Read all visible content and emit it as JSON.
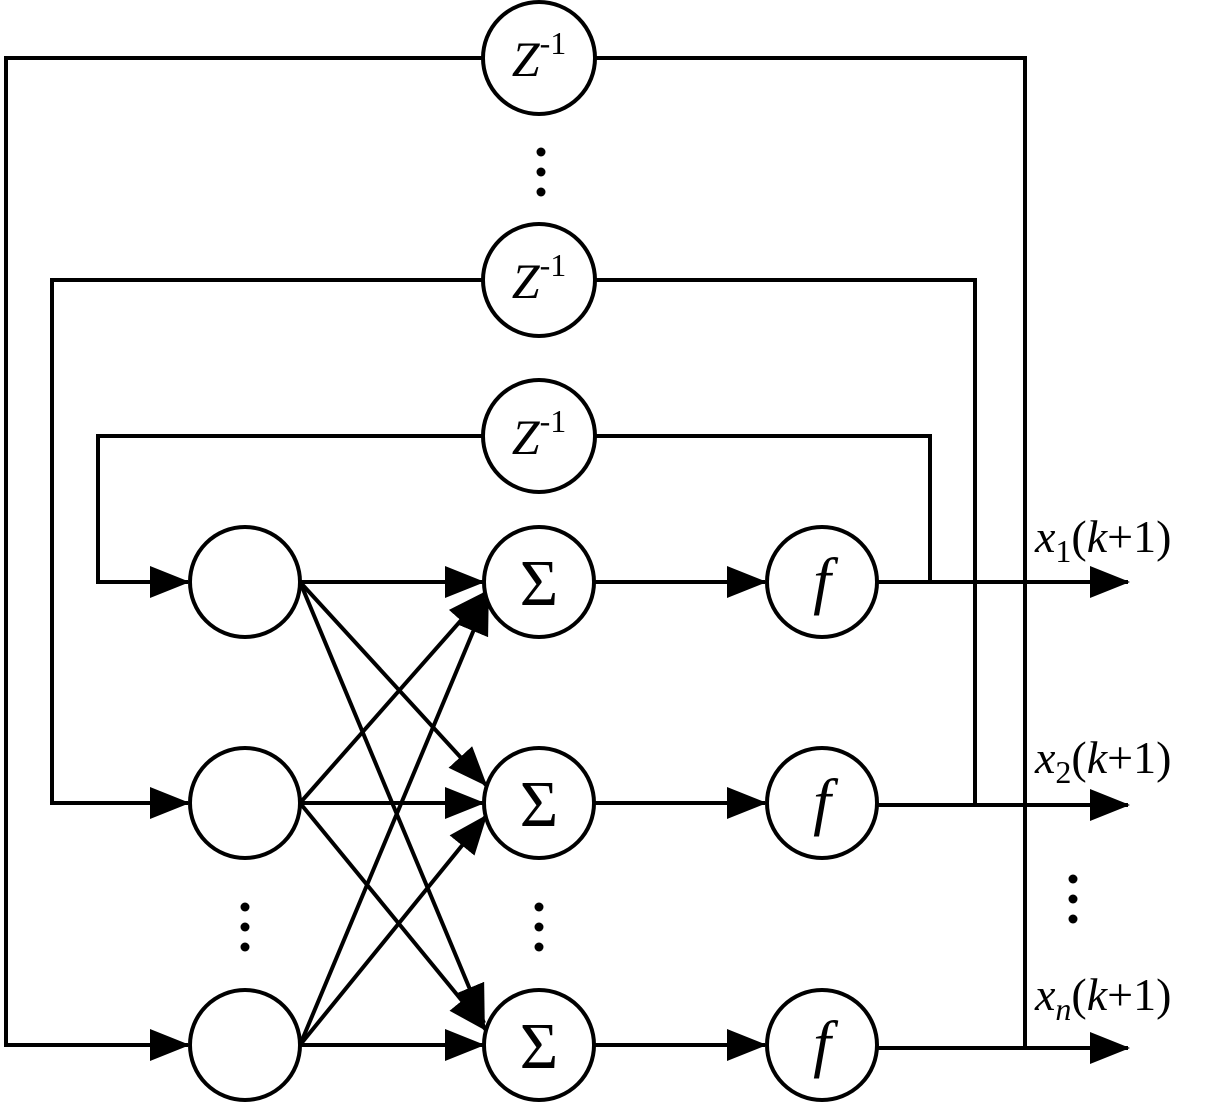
{
  "delay_units": [
    {
      "label": "Z",
      "superscript": "-1"
    },
    {
      "label": "Z",
      "superscript": "-1"
    },
    {
      "label": "Z",
      "superscript": "-1"
    }
  ],
  "summation_symbol": "Σ",
  "activation_symbol": "f",
  "outputs": [
    {
      "var": "x",
      "sub": "1",
      "suffix": "(k+1)"
    },
    {
      "var": "x",
      "sub": "2",
      "suffix": "(k+1)"
    },
    {
      "var": "x",
      "sub": "n",
      "suffix": "(k+1)"
    }
  ],
  "ellipsis": "⋮"
}
